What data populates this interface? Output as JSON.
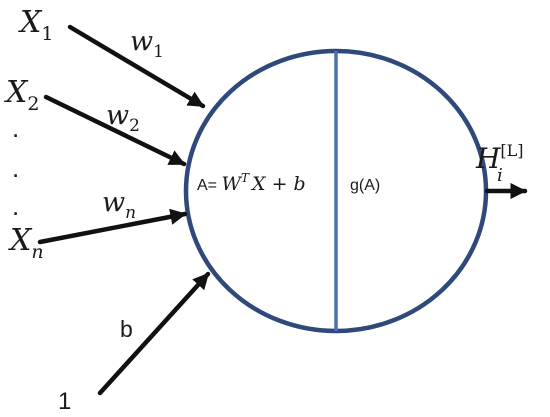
{
  "inputs": {
    "x1": {
      "base": "X",
      "sub": "1"
    },
    "x2": {
      "base": "X",
      "sub": "2"
    },
    "xn": {
      "base": "X",
      "sub": "n"
    },
    "dots": ".",
    "bias_input": "1"
  },
  "weights": {
    "w1": {
      "base": "w",
      "sub": "1"
    },
    "w2": {
      "base": "w",
      "sub": "2"
    },
    "wn": {
      "base": "w",
      "sub": "n"
    },
    "bias": "b"
  },
  "neuron": {
    "sum_prefix": "A= ",
    "sum_w": "W",
    "sum_sup": "T",
    "sum_rest": "X + b",
    "activation": "g(A)"
  },
  "output": {
    "base": "H",
    "sub": "i",
    "sup": "[L]"
  },
  "colors": {
    "neuron_stroke": "#2f4a7a",
    "divider": "#4a72b0",
    "arrow": "#111111"
  }
}
